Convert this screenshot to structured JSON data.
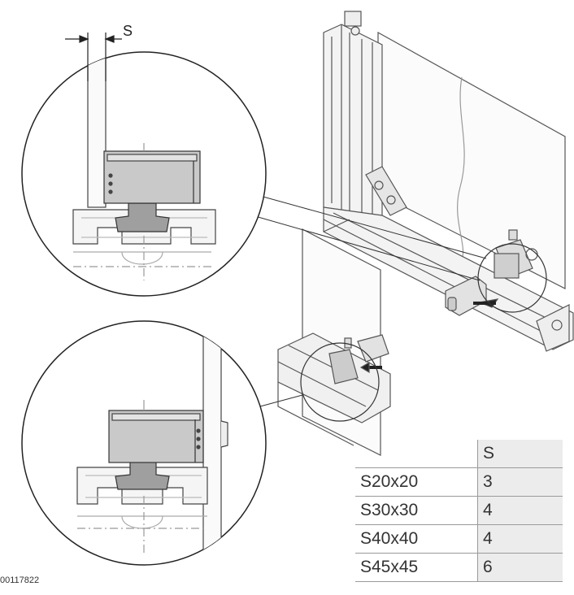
{
  "dimension_label": "S",
  "table": {
    "header": [
      "",
      "S"
    ],
    "rows": [
      {
        "profile": "S20x20",
        "s": "3"
      },
      {
        "profile": "S30x30",
        "s": "4"
      },
      {
        "profile": "S40x40",
        "s": "4"
      },
      {
        "profile": "S45x45",
        "s": "6"
      }
    ]
  },
  "drawing_number": "00117822"
}
